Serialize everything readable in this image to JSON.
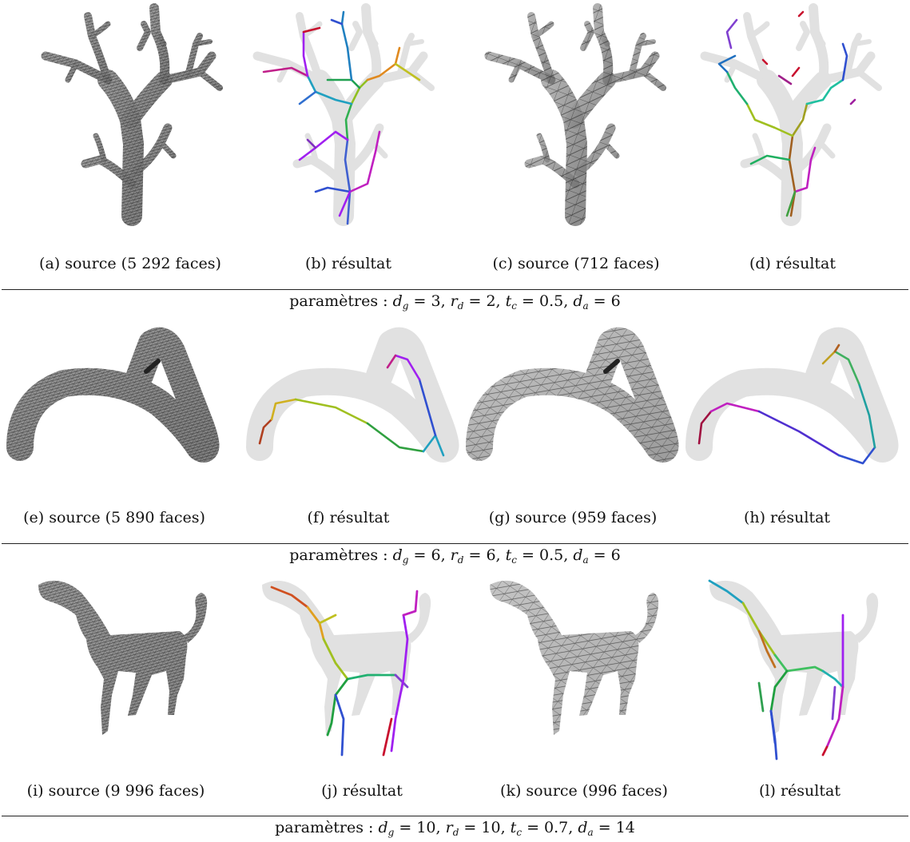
{
  "rows": [
    {
      "captions": [
        "(a) source (5 292 faces)",
        "(b) résultat",
        "(c) source (712 faces)",
        "(d) résultat"
      ],
      "params": {
        "prefix": "paramètres : ",
        "dg": "3",
        "rd": "2",
        "tc": "0.5",
        "da": "6"
      }
    },
    {
      "captions": [
        "(e) source (5 890 faces)",
        "(f) résultat",
        "(g) source (959 faces)",
        "(h) résultat"
      ],
      "params": {
        "prefix": "paramètres : ",
        "dg": "6",
        "rd": "6",
        "tc": "0.5",
        "da": "6"
      }
    },
    {
      "captions": [
        "(i) source (9 996 faces)",
        "(j) résultat",
        "(k) source (996 faces)",
        "(l) résultat"
      ],
      "params": {
        "prefix": "paramètres : ",
        "dg": "10",
        "rd": "10",
        "tc": "0.7",
        "da": "14"
      }
    }
  ],
  "colors": {
    "mesh_dense": "#8a8a8a",
    "mesh_coarse": "#9c9c9c",
    "ghost": "#d9d9d9",
    "skeleton_palette": [
      "#c8102e",
      "#a020f0",
      "#3050d0",
      "#2aa0c0",
      "#20b060",
      "#a0c020",
      "#e08020"
    ]
  }
}
